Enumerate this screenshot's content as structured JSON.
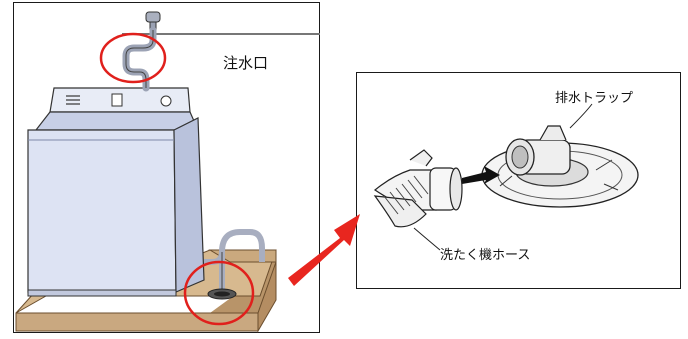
{
  "labels": {
    "water_inlet": "注水口",
    "drain_trap": "排水トラップ",
    "washer_hose": "洗たく機ホース"
  },
  "colors": {
    "highlight_circle": "#e0201c",
    "arrow": "#e8261f",
    "machine_body": "#dde3f3",
    "machine_top": "#c7cfe6",
    "base_tray": "#c9a880",
    "outline": "#222222"
  },
  "icons": [
    "washing-machine-illustration",
    "faucet-icon",
    "drain-trap-illustration",
    "hose-illustration"
  ]
}
